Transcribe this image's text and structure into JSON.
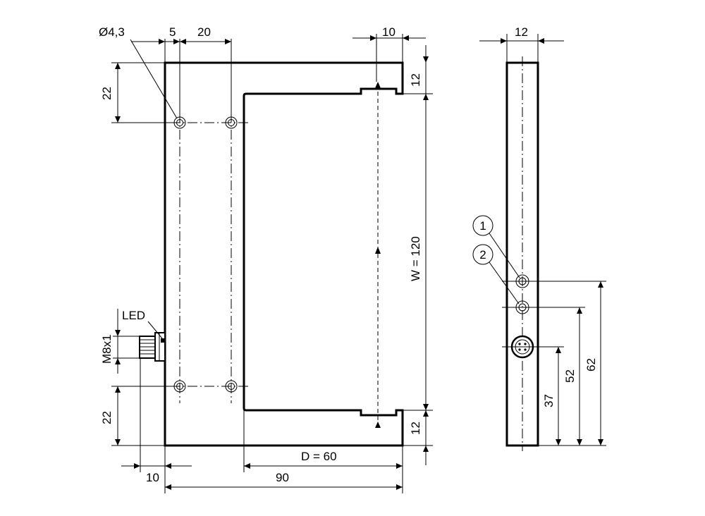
{
  "labels": {
    "hole_dia": "Ø4,3",
    "dim_5": "5",
    "dim_20": "20",
    "dim_10_top": "10",
    "dim_12_side": "12",
    "dim_22_top": "22",
    "dim_22_bottom": "22",
    "dim_12_top_right": "12",
    "dim_12_bottom_right": "12",
    "width_label": "W = 120",
    "depth_label": "D = 60",
    "dim_90": "90",
    "dim_10_bottom": "10",
    "led": "LED",
    "connector": "M8x1",
    "callout_1": "1",
    "callout_2": "2",
    "dim_37": "37",
    "dim_52": "52",
    "dim_62": "62"
  }
}
